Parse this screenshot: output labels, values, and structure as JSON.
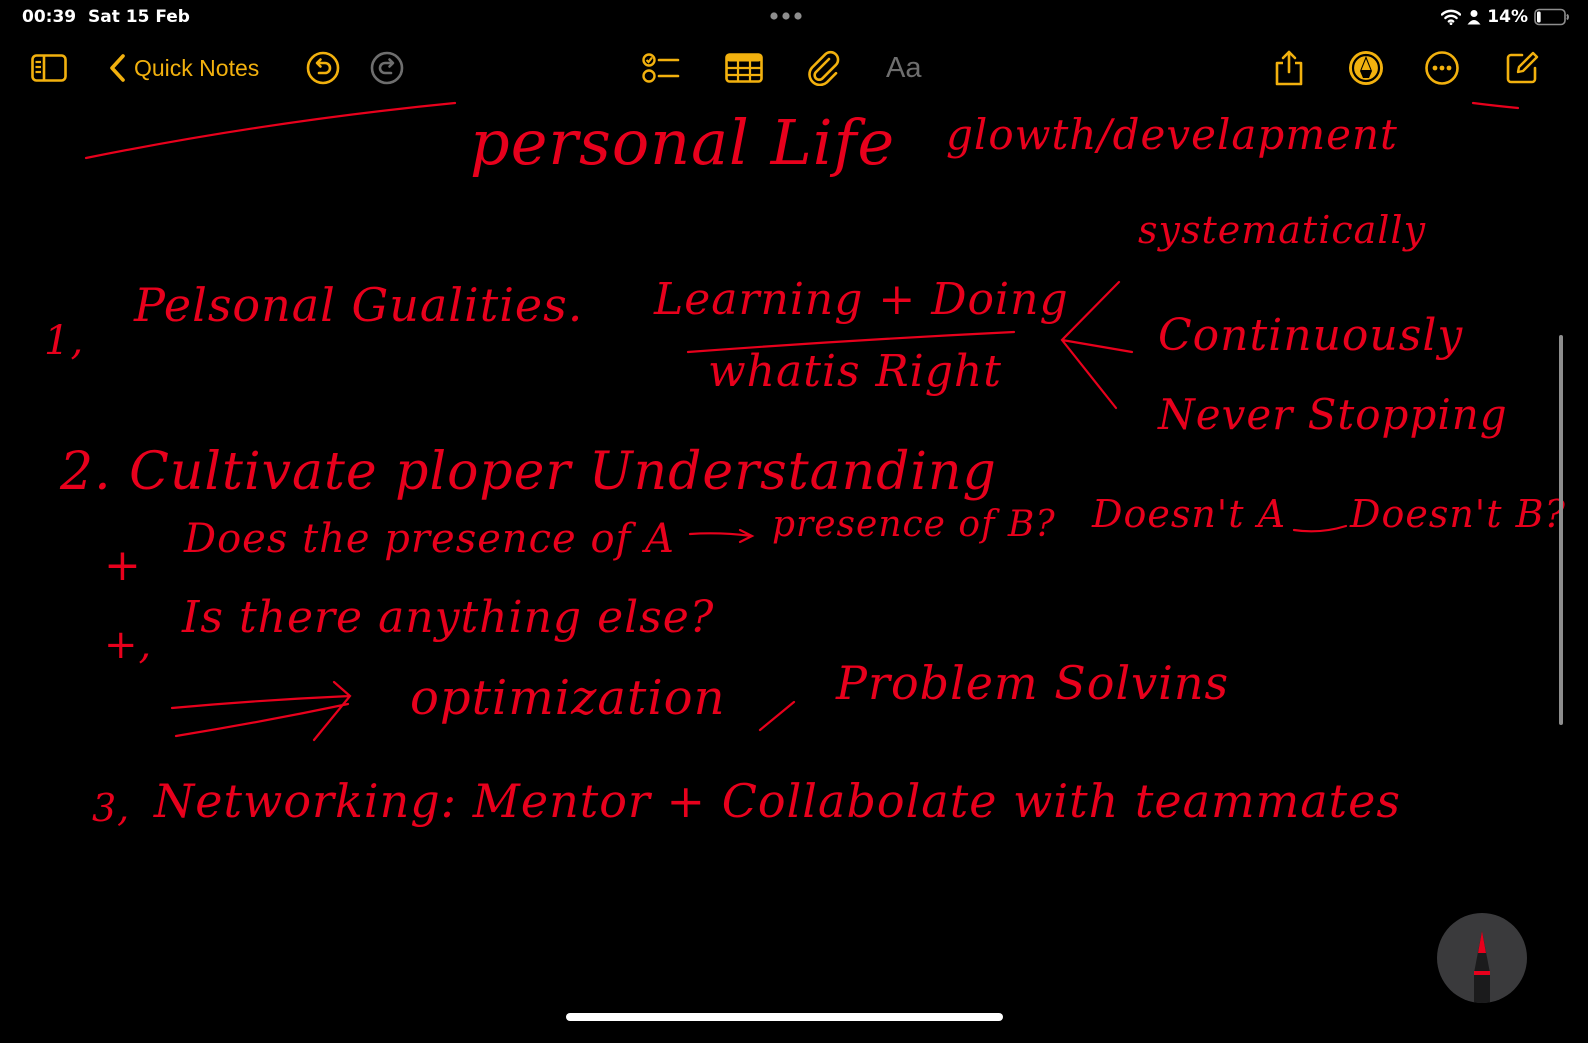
{
  "status_bar": {
    "time": "00:39",
    "date": "Sat 15 Feb",
    "battery_percent": "14%",
    "battery_level": 0.14,
    "icons": [
      "wifi-icon",
      "person-icon",
      "battery-icon"
    ]
  },
  "toolbar": {
    "back_label": "Quick Notes",
    "format_label": "Aa",
    "accent_color": "#f2b10e",
    "disabled_color": "#6e6e6e",
    "icons": [
      "sidebar-icon",
      "chevron-left-icon",
      "undo-icon",
      "redo-icon",
      "checklist-icon",
      "table-icon",
      "paperclip-icon",
      "share-icon",
      "markup-icon",
      "more-icon",
      "compose-icon"
    ]
  },
  "note": {
    "ink_color": "#e8001c",
    "background": "#000000",
    "lines": {
      "title": "personal Life",
      "growth": "glowth/develapment",
      "systematically": "systematically",
      "item1_number": "1,",
      "item1_label": "Pelsonal Gualities.",
      "learning": "Learning + Doing",
      "right": "whatis Right",
      "continuously": "Continuously",
      "never": "Never Stopping",
      "item2": "2. Cultivate ploper Understanding",
      "q1_bullet": "+",
      "q1_a": "Does the presence of A",
      "q1_b": "presence of B?",
      "q1_c": "Doesn't A",
      "q1_d": "Doesn't B?",
      "q2_bullet": "+,",
      "q2": "Is there anything else?",
      "optimization": "optimization",
      "comma": ",",
      "problem": "Problem Solvins",
      "item3_number": "3,",
      "item3": "Networking: Mentor + Collabolate with teammates"
    }
  }
}
